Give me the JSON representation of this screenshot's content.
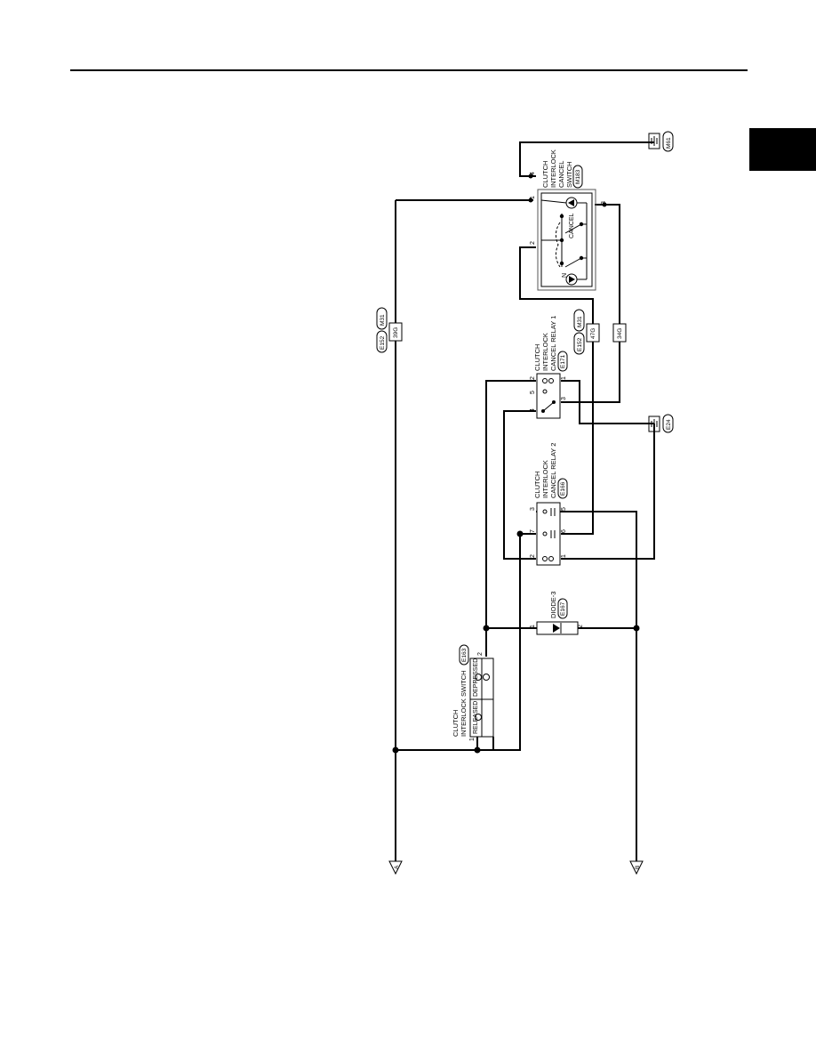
{
  "page": {
    "header_rule": true,
    "side_tab": "black"
  },
  "components": {
    "cancel_switch": {
      "name_lines": [
        "CLUTCH",
        "INTERLOCK",
        "CANCEL",
        "SWITCH"
      ],
      "connector": "M183",
      "pins": [
        "4",
        "1",
        "2",
        "3"
      ],
      "state_label": "CANCEL",
      "n_label": "N"
    },
    "ground_top": {
      "connector": "M61"
    },
    "relay1": {
      "name_lines": [
        "CLUTCH",
        "INTERLOCK",
        "CANCEL RELAY 1"
      ],
      "connector": "E171",
      "pins": {
        "p2": "2",
        "p1": "1",
        "p5": "5",
        "p3": "3",
        "p4": "4"
      }
    },
    "relay2": {
      "name_lines": [
        "CLUTCH",
        "INTERLOCK",
        "CANCEL RELAY 2"
      ],
      "connector": "E166",
      "pins": {
        "p3": "3",
        "p5": "5",
        "p7": "7",
        "p6": "6",
        "p2": "2",
        "p1": "1"
      }
    },
    "ground_mid": {
      "connector": "E24"
    },
    "diode": {
      "name": "DIODE-3",
      "connector": "E167",
      "pins": {
        "p1": "1",
        "p2": "2"
      }
    },
    "interlock_switch": {
      "name_lines": [
        "CLUTCH",
        "INTERLOCK SWITCH"
      ],
      "connector": "E163",
      "state_released": "RELEASED",
      "state_depressed": "DEPRESSED",
      "pins": {
        "p1": "1",
        "p2": "2"
      }
    }
  },
  "junctions": {
    "left": {
      "conn_a": "E152",
      "conn_b": "M31",
      "pin": "39G"
    },
    "mid": {
      "conn_a": "E152",
      "conn_b": "M31",
      "pin": "47G"
    },
    "right": {
      "pin": "34G"
    }
  },
  "offpage": {
    "a": "A",
    "b": "B"
  }
}
